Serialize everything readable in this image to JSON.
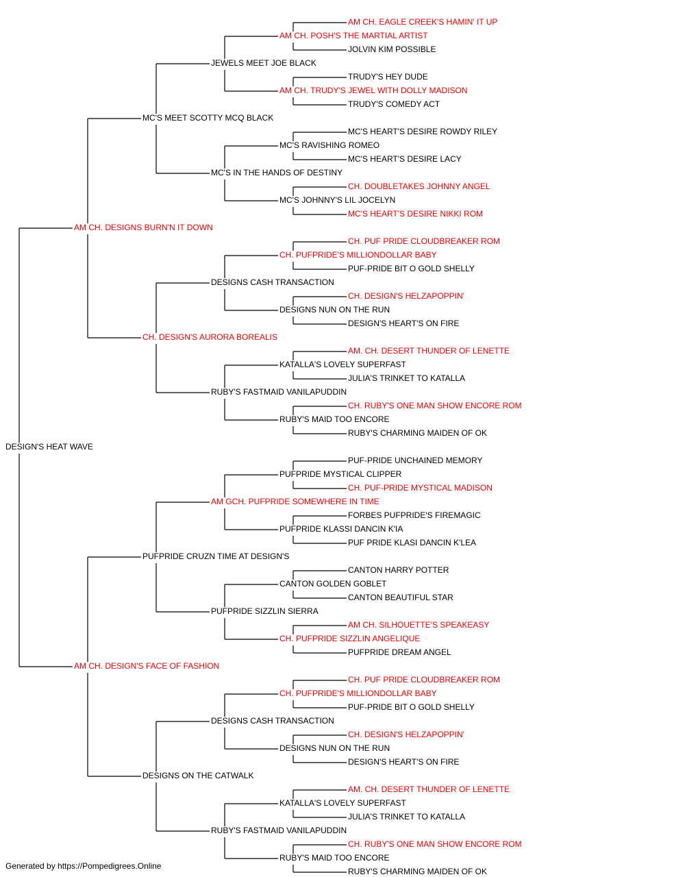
{
  "colors": {
    "champion": "#ee0000",
    "normal": "#000000",
    "line": "#000000"
  },
  "pedigree": {
    "name": "DESIGN'S HEAT WAVE",
    "champ": false,
    "sire": {
      "name": "AM CH. DESIGNS BURN'N IT DOWN",
      "champ": true,
      "sire": {
        "name": "MC'S MEET SCOTTY MCQ BLACK",
        "champ": false,
        "sire": {
          "name": "JEWELS MEET JOE BLACK",
          "champ": false,
          "sire": {
            "name": "AM CH. POSH'S THE MARTIAL ARTIST",
            "champ": true,
            "sire": {
              "name": "AM CH. EAGLE CREEK'S HAMIN' IT UP",
              "champ": true
            },
            "dam": {
              "name": "JOLVIN KIM POSSIBLE",
              "champ": false
            }
          },
          "dam": {
            "name": "AM CH. TRUDY'S JEWEL WITH DOLLY MADISON",
            "champ": true,
            "sire": {
              "name": "TRUDY'S HEY DUDE",
              "champ": false
            },
            "dam": {
              "name": "TRUDY'S COMEDY ACT",
              "champ": false
            }
          }
        },
        "dam": {
          "name": "MC'S IN THE HANDS OF DESTINY",
          "champ": false,
          "sire": {
            "name": "MC'S RAVISHING ROMEO",
            "champ": false,
            "sire": {
              "name": "MC'S HEART'S DESIRE ROWDY RILEY",
              "champ": false
            },
            "dam": {
              "name": "MC'S HEART'S DESIRE LACY",
              "champ": false
            }
          },
          "dam": {
            "name": "MC'S JOHNNY'S LIL JOCELYN",
            "champ": false,
            "sire": {
              "name": "CH. DOUBLETAKES JOHNNY ANGEL",
              "champ": true
            },
            "dam": {
              "name": "MC'S HEART'S DESIRE NIKKI ROM",
              "champ": true
            }
          }
        }
      },
      "dam": {
        "name": "CH. DESIGN'S AURORA BOREALIS",
        "champ": true,
        "sire": {
          "name": "DESIGNS CASH TRANSACTION",
          "champ": false,
          "sire": {
            "name": "CH. PUFPRIDE'S MILLIONDOLLAR BABY",
            "champ": true,
            "sire": {
              "name": "CH. PUF PRIDE CLOUDBREAKER ROM",
              "champ": true
            },
            "dam": {
              "name": "PUF-PRIDE BIT O GOLD SHELLY",
              "champ": false
            }
          },
          "dam": {
            "name": "DESIGNS NUN ON THE RUN",
            "champ": false,
            "sire": {
              "name": "CH. DESIGN'S HELZAPOPPIN'",
              "champ": true
            },
            "dam": {
              "name": "DESIGN'S HEART'S ON FIRE",
              "champ": false
            }
          }
        },
        "dam": {
          "name": "RUBY'S FASTMAID VANILAPUDDIN",
          "champ": false,
          "sire": {
            "name": "KATALLA'S LOVELY SUPERFAST",
            "champ": false,
            "sire": {
              "name": "AM. CH. DESERT THUNDER OF LENETTE",
              "champ": true
            },
            "dam": {
              "name": "JULIA'S TRINKET TO KATALLA",
              "champ": false
            }
          },
          "dam": {
            "name": "RUBY'S MAID TOO ENCORE",
            "champ": false,
            "sire": {
              "name": "CH. RUBY'S ONE MAN SHOW ENCORE ROM",
              "champ": true
            },
            "dam": {
              "name": "RUBY'S CHARMING MAIDEN OF OK",
              "champ": false
            }
          }
        }
      }
    },
    "dam": {
      "name": "AM CH. DESIGN'S FACE OF FASHION",
      "champ": true,
      "sire": {
        "name": "PUFPRIDE CRUZN TIME AT DESIGN'S",
        "champ": false,
        "sire": {
          "name": "AM GCH. PUFPRIDE SOMEWHERE IN TIME",
          "champ": true,
          "sire": {
            "name": "PUFPRIDE MYSTICAL CLIPPER",
            "champ": false,
            "sire": {
              "name": "PUF-PRIDE UNCHAINED MEMORY",
              "champ": false
            },
            "dam": {
              "name": "CH. PUF-PRIDE MYSTICAL MADISON",
              "champ": true
            }
          },
          "dam": {
            "name": "PUFPRIDE KLASSI DANCIN K'IA",
            "champ": false,
            "sire": {
              "name": "FORBES PUFPRIDE'S FIREMAGIC",
              "champ": false
            },
            "dam": {
              "name": "PUF PRIDE KLASI DANCIN K'LEA",
              "champ": false
            }
          }
        },
        "dam": {
          "name": "PUFPRIDE SIZZLIN SIERRA",
          "champ": false,
          "sire": {
            "name": "CANTON GOLDEN GOBLET",
            "champ": false,
            "sire": {
              "name": "CANTON HARRY POTTER",
              "champ": false
            },
            "dam": {
              "name": "CANTON BEAUTIFUL STAR",
              "champ": false
            }
          },
          "dam": {
            "name": "CH. PUFPRIDE SIZZLIN ANGELIQUE",
            "champ": true,
            "sire": {
              "name": "AM CH. SILHOUETTE'S SPEAKEASY",
              "champ": true
            },
            "dam": {
              "name": "PUFPRIDE DREAM ANGEL",
              "champ": false
            }
          }
        }
      },
      "dam": {
        "name": "DESIGNS ON THE CATWALK",
        "champ": false,
        "sire": {
          "name": "DESIGNS CASH TRANSACTION",
          "champ": false,
          "sire": {
            "name": "CH. PUFPRIDE'S MILLIONDOLLAR BABY",
            "champ": true,
            "sire": {
              "name": "CH. PUF PRIDE CLOUDBREAKER ROM",
              "champ": true
            },
            "dam": {
              "name": "PUF-PRIDE BIT O GOLD SHELLY",
              "champ": false
            }
          },
          "dam": {
            "name": "DESIGNS NUN ON THE RUN",
            "champ": false,
            "sire": {
              "name": "CH. DESIGN'S HELZAPOPPIN'",
              "champ": true
            },
            "dam": {
              "name": "DESIGN'S HEART'S ON FIRE",
              "champ": false
            }
          }
        },
        "dam": {
          "name": "RUBY'S FASTMAID VANILAPUDDIN",
          "champ": false,
          "sire": {
            "name": "KATALLA'S LOVELY SUPERFAST",
            "champ": false,
            "sire": {
              "name": "AM. CH. DESERT THUNDER OF LENETTE",
              "champ": true
            },
            "dam": {
              "name": "JULIA'S TRINKET TO KATALLA",
              "champ": false
            }
          },
          "dam": {
            "name": "RUBY'S MAID TOO ENCORE",
            "champ": false,
            "sire": {
              "name": "CH. RUBY'S ONE MAN SHOW ENCORE ROM",
              "champ": true
            },
            "dam": {
              "name": "RUBY'S CHARMING MAIDEN OF OK",
              "champ": false
            }
          }
        }
      }
    }
  },
  "footer": {
    "text": "Generated by https://Pompedigrees.Online"
  }
}
